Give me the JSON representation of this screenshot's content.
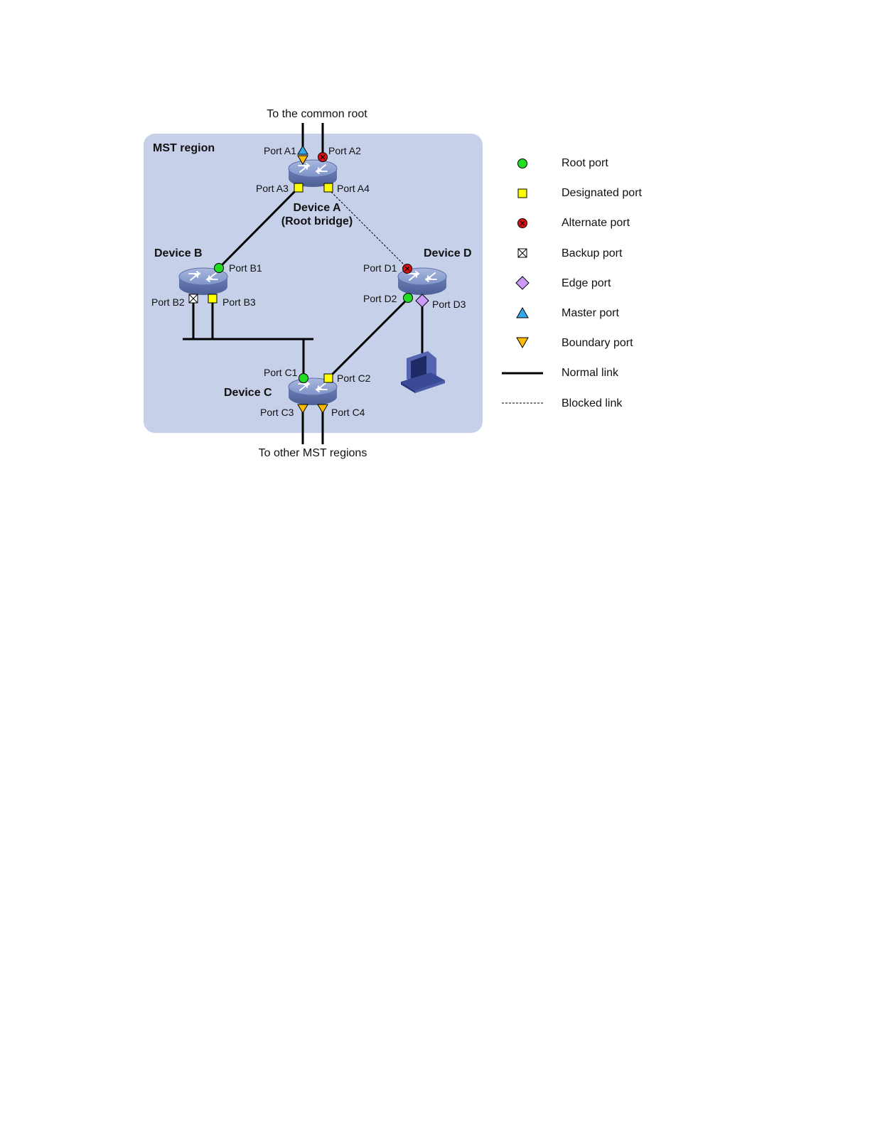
{
  "annotations": {
    "top": "To the common root",
    "bottom": "To other MST regions"
  },
  "region": {
    "label": "MST region"
  },
  "devices": {
    "a": {
      "name": "Device A",
      "role": "(Root bridge)"
    },
    "b": {
      "name": "Device B"
    },
    "c": {
      "name": "Device C"
    },
    "d": {
      "name": "Device D"
    }
  },
  "ports": {
    "a1": {
      "label": "Port A1",
      "roles": [
        "master",
        "boundary"
      ]
    },
    "a2": {
      "label": "Port A2",
      "roles": [
        "alternate"
      ]
    },
    "a3": {
      "label": "Port A3",
      "roles": [
        "designated"
      ]
    },
    "a4": {
      "label": "Port A4",
      "roles": [
        "designated"
      ]
    },
    "b1": {
      "label": "Port B1",
      "roles": [
        "root"
      ]
    },
    "b2": {
      "label": "Port B2",
      "roles": [
        "backup"
      ]
    },
    "b3": {
      "label": "Port B3",
      "roles": [
        "designated"
      ]
    },
    "c1": {
      "label": "Port C1",
      "roles": [
        "root"
      ]
    },
    "c2": {
      "label": "Port C2",
      "roles": [
        "designated"
      ]
    },
    "c3": {
      "label": "Port C3",
      "roles": [
        "boundary"
      ]
    },
    "c4": {
      "label": "Port C4",
      "roles": [
        "boundary"
      ]
    },
    "d1": {
      "label": "Port D1",
      "roles": [
        "alternate"
      ]
    },
    "d2": {
      "label": "Port D2",
      "roles": [
        "root"
      ]
    },
    "d3": {
      "label": "Port D3",
      "roles": [
        "edge"
      ]
    }
  },
  "links": [
    {
      "from": "a3",
      "to": "b1",
      "type": "normal"
    },
    {
      "from": "a4",
      "to": "d1",
      "type": "blocked"
    },
    {
      "from": "d2",
      "to": "c2",
      "type": "normal"
    },
    {
      "from": "b2",
      "to": "c1",
      "type": "normal",
      "via": "shared-segment"
    },
    {
      "from": "b3",
      "to": "c1",
      "type": "normal",
      "via": "shared-segment"
    },
    {
      "from": "d3",
      "to": "host",
      "type": "normal"
    }
  ],
  "legend": [
    {
      "key": "root",
      "label": "Root port",
      "symbol": "green-circle"
    },
    {
      "key": "designated",
      "label": "Designated port",
      "symbol": "yellow-square"
    },
    {
      "key": "alternate",
      "label": "Alternate port",
      "symbol": "red-crossed-circle"
    },
    {
      "key": "backup",
      "label": "Backup port",
      "symbol": "crossed-square"
    },
    {
      "key": "edge",
      "label": "Edge port",
      "symbol": "purple-diamond"
    },
    {
      "key": "master",
      "label": "Master port",
      "symbol": "blue-triangle"
    },
    {
      "key": "boundary",
      "label": "Boundary port",
      "symbol": "orange-inverted-triangle"
    },
    {
      "key": "normal-link",
      "label": "Normal link",
      "symbol": "solid-line"
    },
    {
      "key": "blocked-link",
      "label": "Blocked link",
      "symbol": "dashed-line"
    }
  ],
  "colors": {
    "region_fill": "#c6d0e8",
    "root": "#22dd22",
    "designated": "#ffff00",
    "alternate": "#dd1111",
    "edge": "#cc99ff",
    "master": "#33aaee",
    "boundary": "#ffbb00",
    "device_body": "#7a8fc4",
    "host": "#4a5aa8"
  }
}
